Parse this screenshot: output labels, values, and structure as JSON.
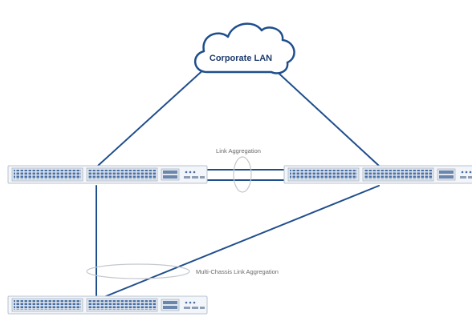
{
  "diagram": {
    "cloud_label": "Corporate LAN",
    "link_aggregation_label": "Link Aggregation",
    "mc_link_aggregation_label": "Multi-Chassis Link Aggregation"
  },
  "colors": {
    "link": "#1f4e8c",
    "cloud_stroke": "#1f4e8c",
    "cloud_text": "#1e3a6e",
    "label_text": "#6a6a6a",
    "switch_body": "#f2f5f9"
  },
  "nodes": [
    {
      "name": "switch-top-left",
      "icon": "network-switch-icon"
    },
    {
      "name": "switch-top-right",
      "icon": "network-switch-icon"
    },
    {
      "name": "switch-bottom",
      "icon": "network-switch-icon"
    },
    {
      "name": "corporate-lan-cloud",
      "icon": "cloud-icon"
    }
  ]
}
